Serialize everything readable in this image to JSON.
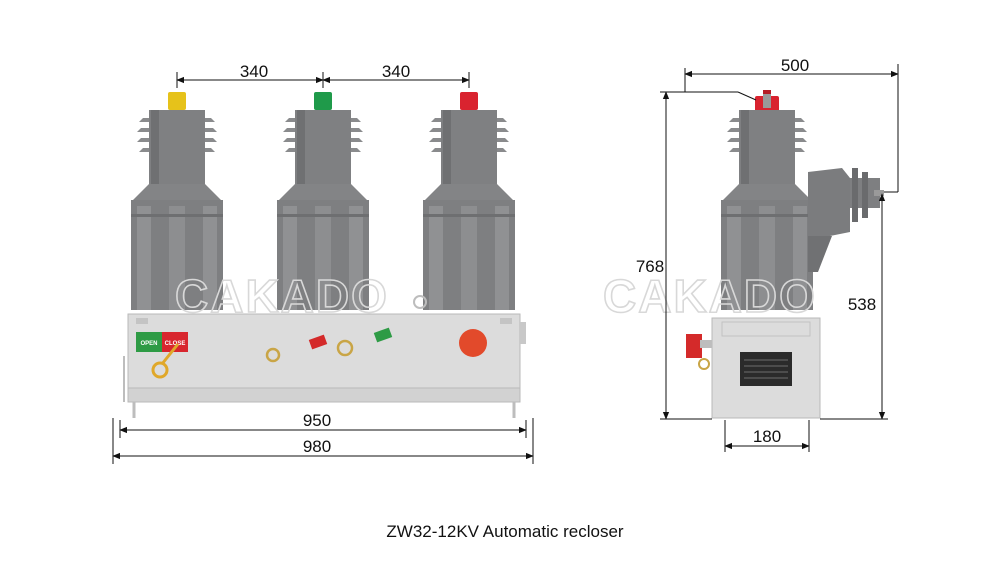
{
  "front_view": {
    "dim_pitch_left": "340",
    "dim_pitch_right": "340",
    "dim_inner_width": "950",
    "dim_outer_width": "980",
    "open_label": "OPEN",
    "close_label": "CLOSE"
  },
  "side_view": {
    "dim_top_width": "500",
    "dim_total_height": "768",
    "dim_terminal_height": "538",
    "dim_base_width": "180"
  },
  "watermark": "CAKADO",
  "caption": "ZW32-12KV Automatic recloser",
  "colors": {
    "insulator_grey": "#7f8082",
    "cabinet_grey": "#dcdcdc",
    "terminal_yellow": "#e6c21a",
    "terminal_green": "#1f9a4a",
    "terminal_red": "#d9232f",
    "open_green": "#2e9b45",
    "close_red": "#d8262e",
    "indicator_red": "#e24a2b"
  }
}
